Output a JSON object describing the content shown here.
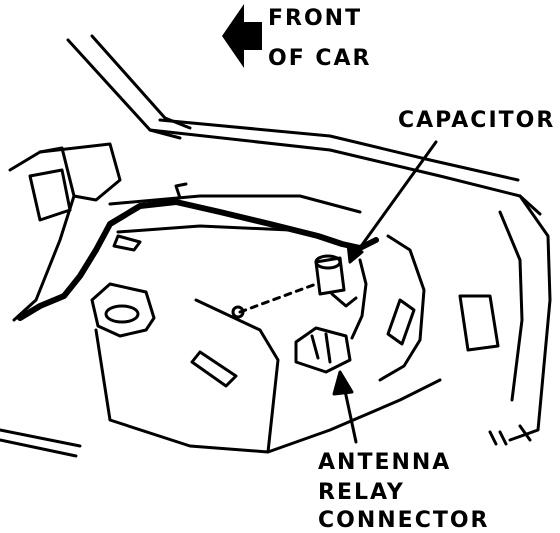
{
  "labels": {
    "front_of_car": {
      "line1": "FRONT",
      "line2": "OF CAR"
    },
    "capacitor": "CAPACITOR",
    "antenna_relay_connector": {
      "line1": "ANTENNA",
      "line2": "RELAY",
      "line3": "CONNECTOR"
    }
  },
  "colors": {
    "ink": "#000000",
    "paper": "#ffffff"
  }
}
